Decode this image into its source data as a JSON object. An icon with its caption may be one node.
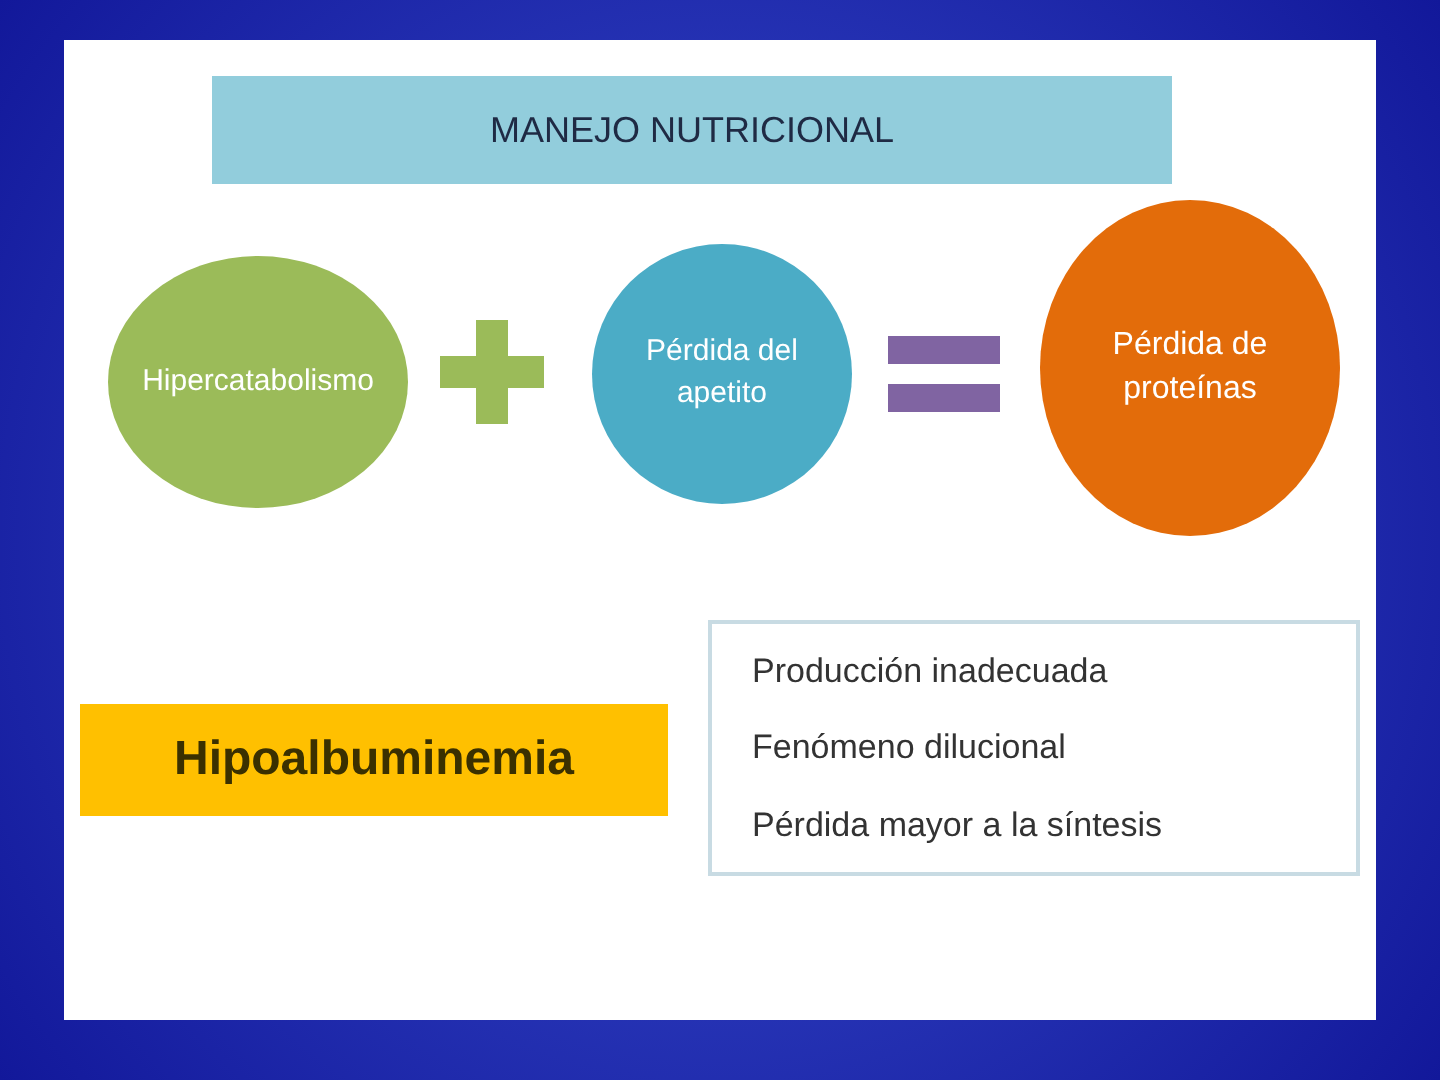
{
  "diagram": {
    "nodes": [
      {
        "text": [
          "MANEJO NUTRICIONAL"
        ]
      },
      {
        "text": [
          "Hipercatabolismo"
        ]
      },
      {
        "text": [
          "Pérdida del apetito"
        ]
      },
      {
        "text": [
          "Pérdida de proteínas"
        ]
      },
      {
        "text": [
          "Hipoalbuminemia"
        ]
      },
      {
        "text": [
          "Producción inadecuada",
          "Fenómeno dilucional",
          "Pérdida mayor a la síntesis"
        ]
      }
    ]
  }
}
